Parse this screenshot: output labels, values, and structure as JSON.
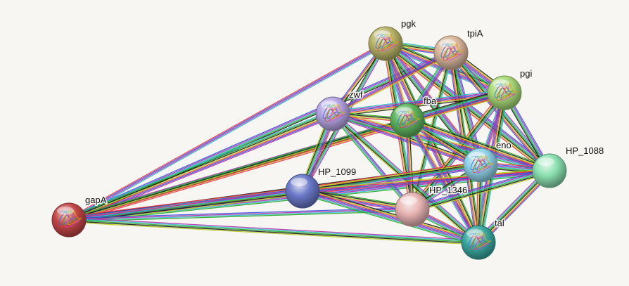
{
  "network": {
    "nodes": [
      {
        "id": "pgk",
        "label": "pgk",
        "color": "#b9b46a",
        "structure": true
      },
      {
        "id": "tpiA",
        "label": "tpiA",
        "color": "#d9b79d",
        "structure": true
      },
      {
        "id": "pgi",
        "label": "pgi",
        "color": "#a8d878",
        "structure": true
      },
      {
        "id": "zwf",
        "label": "zwf",
        "color": "#b5a4e2",
        "structure": true
      },
      {
        "id": "fba",
        "label": "fba",
        "color": "#5fb35f",
        "structure": true
      },
      {
        "id": "eno",
        "label": "eno",
        "color": "#8fd2e8",
        "structure": true
      },
      {
        "id": "HP_1088",
        "label": "HP_1088",
        "color": "#8be0b0",
        "structure": false
      },
      {
        "id": "HP_1099",
        "label": "HP_1099",
        "color": "#6a78c8",
        "structure": false
      },
      {
        "id": "HP_1346",
        "label": "HP_1346",
        "color": "#e8b4b4",
        "structure": false
      },
      {
        "id": "gapA",
        "label": "gapA",
        "color": "#c24646",
        "structure": true
      },
      {
        "id": "tal",
        "label": "tal",
        "color": "#3aa8a0",
        "structure": true
      }
    ],
    "edge_colors": [
      "#e8344a",
      "#3a55d8",
      "#b030b0",
      "#2fb8c8",
      "#28a828",
      "#1a1a1a",
      "#b8d028"
    ],
    "edges": [
      [
        "gapA",
        "pgk"
      ],
      [
        "gapA",
        "tpiA"
      ],
      [
        "gapA",
        "pgi"
      ],
      [
        "gapA",
        "zwf"
      ],
      [
        "gapA",
        "fba"
      ],
      [
        "gapA",
        "eno"
      ],
      [
        "gapA",
        "HP_1088"
      ],
      [
        "gapA",
        "HP_1099"
      ],
      [
        "gapA",
        "HP_1346"
      ],
      [
        "gapA",
        "tal"
      ],
      [
        "pgk",
        "tpiA"
      ],
      [
        "pgk",
        "pgi"
      ],
      [
        "pgk",
        "zwf"
      ],
      [
        "pgk",
        "fba"
      ],
      [
        "pgk",
        "eno"
      ],
      [
        "pgk",
        "HP_1088"
      ],
      [
        "pgk",
        "HP_1099"
      ],
      [
        "pgk",
        "HP_1346"
      ],
      [
        "pgk",
        "tal"
      ],
      [
        "tpiA",
        "pgi"
      ],
      [
        "tpiA",
        "zwf"
      ],
      [
        "tpiA",
        "fba"
      ],
      [
        "tpiA",
        "eno"
      ],
      [
        "tpiA",
        "HP_1088"
      ],
      [
        "tpiA",
        "HP_1346"
      ],
      [
        "tpiA",
        "tal"
      ],
      [
        "pgi",
        "zwf"
      ],
      [
        "pgi",
        "fba"
      ],
      [
        "pgi",
        "eno"
      ],
      [
        "pgi",
        "HP_1088"
      ],
      [
        "pgi",
        "HP_1346"
      ],
      [
        "pgi",
        "tal"
      ],
      [
        "zwf",
        "fba"
      ],
      [
        "zwf",
        "eno"
      ],
      [
        "zwf",
        "HP_1088"
      ],
      [
        "zwf",
        "HP_1099"
      ],
      [
        "zwf",
        "HP_1346"
      ],
      [
        "zwf",
        "tal"
      ],
      [
        "fba",
        "eno"
      ],
      [
        "fba",
        "HP_1088"
      ],
      [
        "fba",
        "HP_1346"
      ],
      [
        "fba",
        "tal"
      ],
      [
        "eno",
        "HP_1088"
      ],
      [
        "eno",
        "HP_1099"
      ],
      [
        "eno",
        "HP_1346"
      ],
      [
        "eno",
        "tal"
      ],
      [
        "HP_1099",
        "HP_1346"
      ],
      [
        "HP_1099",
        "tal"
      ],
      [
        "HP_1099",
        "HP_1088"
      ],
      [
        "HP_1346",
        "tal"
      ],
      [
        "HP_1346",
        "HP_1088"
      ],
      [
        "tal",
        "HP_1088"
      ]
    ]
  }
}
